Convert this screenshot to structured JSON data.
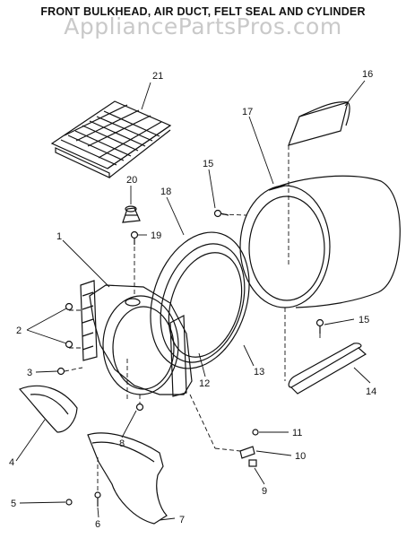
{
  "title": "FRONT BULKHEAD, AIR DUCT, FELT SEAL AND CYLINDER",
  "watermark": "AppliancePartsPros.com",
  "callouts": [
    "1",
    "2",
    "3",
    "4",
    "5",
    "6",
    "7",
    "8",
    "9",
    "10",
    "11",
    "12",
    "13",
    "14",
    "15",
    "15",
    "16",
    "17",
    "18",
    "19",
    "20",
    "21"
  ]
}
